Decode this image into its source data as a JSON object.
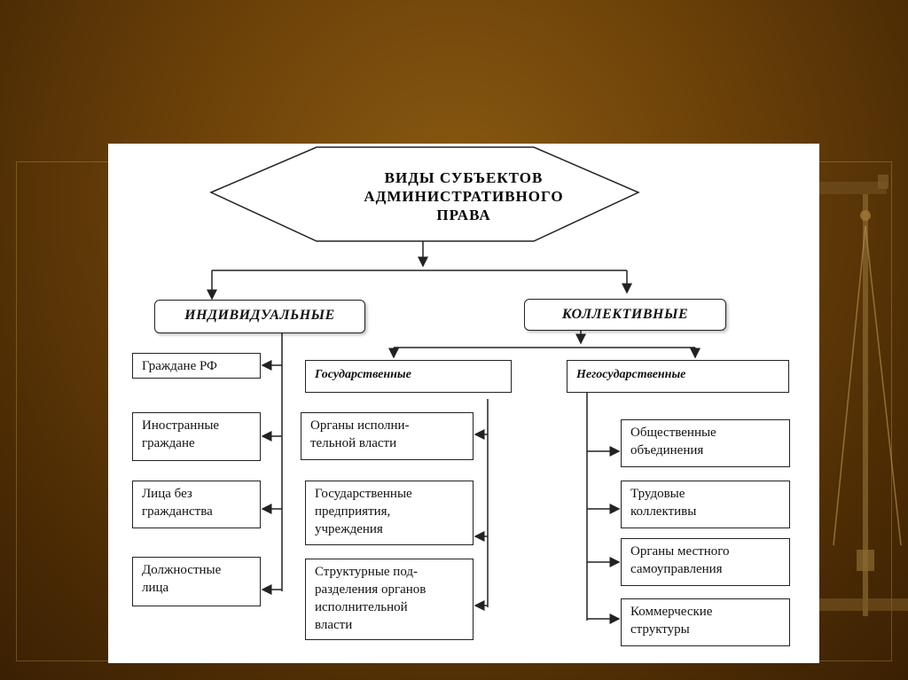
{
  "title": "ВИДЫ СУБЪЕКТОВ\nАДМИНИСТРАТИВНОГО\nПРАВА",
  "categories": {
    "individual": "ИНДИВИДУАЛЬНЫЕ",
    "collective": "КОЛЛЕКТИВНЫЕ"
  },
  "individual_items": [
    "Граждане РФ",
    "Иностранные\nграждане",
    "Лица без\nгражданства",
    "Должностные\nлица"
  ],
  "state": {
    "label": "Государственные",
    "items": [
      "Органы исполни-\nтельной власти",
      "Государственные\nпредприятия,\n учреждения",
      "Структурные под-\nразделения органов\nисполнительной\nвласти"
    ]
  },
  "nonstate": {
    "label": "Негосударственные",
    "items": [
      "Общественные\nобъединения",
      "Трудовые\nколлективы",
      "Органы местного\nсамоуправления",
      "Коммерческие\nструктуры"
    ]
  },
  "colors": {
    "background": "#6e4309",
    "panel": "#ffffff",
    "lines": "#222222"
  }
}
